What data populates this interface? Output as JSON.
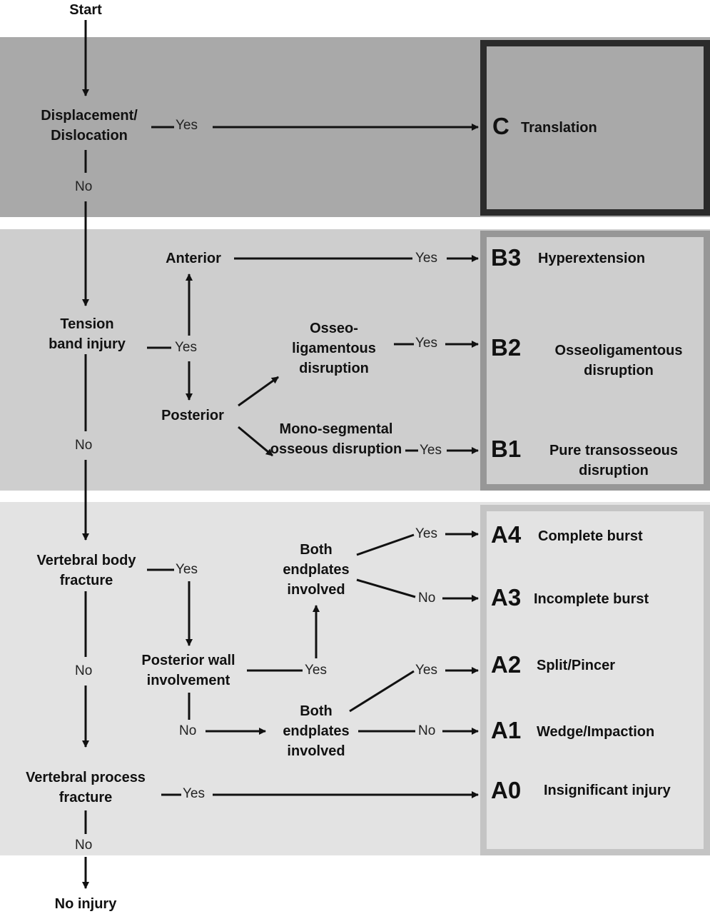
{
  "start": "Start",
  "end": "No injury",
  "nodes": {
    "displacement": "Displacement/ Dislocation",
    "tension": "Tension band injury",
    "anterior": "Anterior",
    "posterior": "Posterior",
    "osseo": "Osseo- ligamentous disruption",
    "mono": "Mono-segmental osseous disruption",
    "vb_fracture": "Vertebral body fracture",
    "both_endplates_upper": "Both endplates involved",
    "posterior_wall": "Posterior wall involvement",
    "both_endplates_lower": "Both endplates involved",
    "vp_fracture": "Vertebral process fracture"
  },
  "labels": {
    "yes": "Yes",
    "no": "No"
  },
  "outcomes": {
    "C": {
      "code": "C",
      "desc": "Translation"
    },
    "B3": {
      "code": "B3",
      "desc": "Hyperextension"
    },
    "B2": {
      "code": "B2",
      "desc": "Osseoligamentous disruption"
    },
    "B1": {
      "code": "B1",
      "desc": "Pure transosseous disruption"
    },
    "A4": {
      "code": "A4",
      "desc": "Complete burst"
    },
    "A3": {
      "code": "A3",
      "desc": "Incomplete burst"
    },
    "A2": {
      "code": "A2",
      "desc": "Split/Pincer"
    },
    "A1": {
      "code": "A1",
      "desc": "Wedge/Impaction"
    },
    "A0": {
      "code": "A0",
      "desc": "Insignificant injury"
    }
  },
  "colors": {
    "band_c": "#a9a9a9",
    "band_b": "#cecece",
    "band_a": "#e3e3e3",
    "border_c": "#2b2b2b",
    "border_b": "#979797",
    "border_a": "#c4c4c4",
    "ink": "#111111"
  }
}
